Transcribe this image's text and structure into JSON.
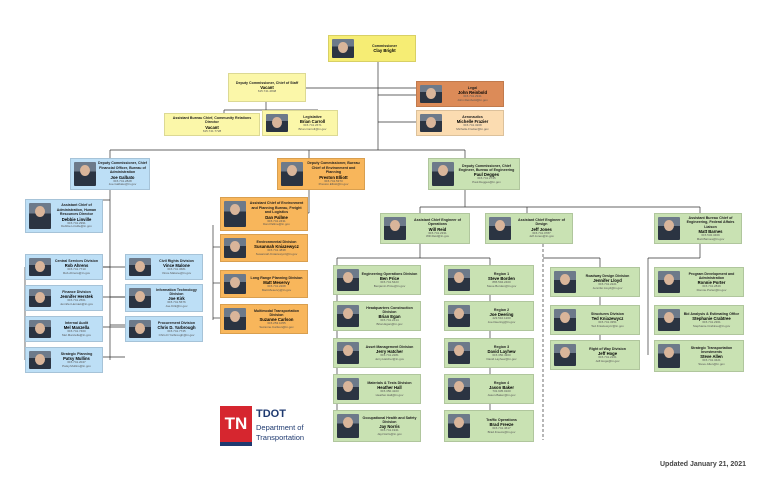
{
  "logo": {
    "mark": "TN",
    "line1": "TDOT",
    "line2": "Department of",
    "line3": "Transportation"
  },
  "updated": "Updated January 21, 2021",
  "nodes": {
    "commissioner": {
      "title": "Commissioner",
      "name": "Clay Bright",
      "phone": "",
      "email": ""
    },
    "chief_of_staff": {
      "title": "Deputy Commissioner, Chief of Staff",
      "name": "Vacant",
      "phone": "615.741.2848",
      "email": ""
    },
    "legal": {
      "title": "Legal",
      "name": "John Reinbold",
      "phone": "615.741.2941",
      "email": "John.Reinbold@tn.gov"
    },
    "aeronautics": {
      "title": "Aeronautics",
      "name": "Michelle Frazier",
      "phone": "615.741.3208",
      "email": "Michelle.Frazier@tn.gov"
    },
    "community_relations": {
      "title": "Assistant Bureau Chief, Community Relations Director",
      "name": "Vacant",
      "phone": "615.741.7728",
      "email": ""
    },
    "legislative": {
      "title": "Legislative",
      "name": "Brian Carroll",
      "phone": "615.741.2671",
      "email": "Brian.Carroll@tn.gov"
    },
    "cfo": {
      "title": "Deputy Commissioner, Chief Financial Officer, Bureau of Administration",
      "name": "Joe Galbato",
      "phone": "615.741.2828",
      "email": "Joe.Galbato@tn.gov"
    },
    "environment": {
      "title": "Deputy Commissioner, Bureau Chief of Environment and Planning",
      "name": "Preston Elliott",
      "phone": "615.741.5373",
      "email": "Preston.Elliott@tn.gov"
    },
    "chief_engineer": {
      "title": "Deputy Commissioner, Chief Engineer, Bureau of Engineering",
      "name": "Paul Degges",
      "phone": "615.741.2745",
      "email": "Paul.Degges@tn.gov"
    },
    "hr": {
      "title": "Assistant Chief of Administration, Human Resources Director",
      "name": "Debbie Linville",
      "phone": "615.741.2991",
      "email": "Debbie.Linville@tn.gov"
    },
    "central_services": {
      "title": "Central Services Division",
      "name": "Rob Ahrens",
      "phone": "615.741.7710",
      "email": "Rob.Ahrens@tn.gov"
    },
    "finance": {
      "title": "Finance Division",
      "name": "Jennifer Herstek",
      "phone": "615.741.2561",
      "email": "Jennifer.Herstek@tn.gov"
    },
    "internal_audit": {
      "title": "Internal Audit",
      "name": "Mel Manzella",
      "phone": "615.741.7460",
      "email": "Mel.Manzella@tn.gov"
    },
    "strategic_planning": {
      "title": "Strategic Planning",
      "name": "Patsy Mullins",
      "phone": "615.741.2047",
      "email": "Patsy.Mullins@tn.gov"
    },
    "civil_rights": {
      "title": "Civil Rights Division",
      "name": "Vince Malone",
      "phone": "615.741.3681",
      "email": "Vince.Malone@tn.gov"
    },
    "it": {
      "title": "Information Technology Division",
      "name": "Joe Kirk",
      "phone": "615.741.5676",
      "email": "Joe.Kirk@tn.gov"
    },
    "procurement": {
      "title": "Procurement Division",
      "name": "Chris D. Yarbrough",
      "phone": "615.741.7745",
      "email": "Chris.D.Yarbrough@tn.gov"
    },
    "env_assistant": {
      "title": "Assistant Chief of Environment and Planning Bureau, Freight and Logistics",
      "name": "Dan Pallme",
      "phone": "615.741.2431",
      "email": "Dan.Pallme@tn.gov"
    },
    "environmental_div": {
      "title": "Environmental Division",
      "name": "Susannah Kniazewycz",
      "phone": "615.741.4838",
      "email": "Susannah.Kniazewycz@tn.gov"
    },
    "long_range": {
      "title": "Long Range Planning Division",
      "name": "Matt Meservy",
      "phone": "615.741.2208",
      "email": "Matt.Meservy@tn.gov"
    },
    "multimodal": {
      "title": "Multimodal Transportation Division",
      "name": "Suzanne Carlson",
      "phone": "615.253.1055",
      "email": "Suzanne.Carlson@tn.gov"
    },
    "operations": {
      "title": "Assistant Chief Engineer of Operations",
      "name": "Will Reid",
      "phone": "615.741.2331",
      "email": "Will.Reid@tn.gov"
    },
    "design": {
      "title": "Assistant Chief Engineer of Design",
      "name": "Jeff Jones",
      "phone": "615.741.0787",
      "email": "Jeff.Jones@tn.gov"
    },
    "federal_affairs": {
      "title": "Assistant Bureau Chief of Engineering, Federal Affairs Liaison",
      "name": "Matt Barnes",
      "phone": "615.532.3469",
      "email": "Matt.Barnes@tn.gov"
    },
    "engineering_ops": {
      "title": "Engineering Operations Division",
      "name": "Ben Price",
      "phone": "615.741.5423",
      "email": "Benjamin.Price@tn.gov"
    },
    "hq_construction": {
      "title": "Headquarters Construction Division",
      "name": "Brian Egan",
      "phone": "615.741.2414",
      "email": "Brian.Egan@tn.gov"
    },
    "asset_mgmt": {
      "title": "Asset Management Division",
      "name": "Jerry Hatcher",
      "phone": "615.741.2281",
      "email": "Jerry.Hatcher@tn.gov"
    },
    "materials": {
      "title": "Materials & Tests Division",
      "name": "Heather Hall",
      "phone": "615.350.4103",
      "email": "Heather.Hall@tn.gov"
    },
    "occupational": {
      "title": "Occupational Health and Safety Division",
      "name": "Jay Norris",
      "phone": "615.741.1941",
      "email": "Jay.Norris@tn.gov"
    },
    "region1": {
      "title": "Region 1",
      "name": "Steve Borden",
      "phone": "865.594.2400",
      "email": "Steve.Borden@tn.gov"
    },
    "region2": {
      "title": "Region 2",
      "name": "Joe Deering",
      "phone": "423.510.1200",
      "email": "Joe.Deering@tn.gov"
    },
    "region3": {
      "title": "Region 3",
      "name": "David Layhew",
      "phone": "615.350.4300",
      "email": "David.Layhew@tn.gov"
    },
    "region4": {
      "title": "Region 4",
      "name": "Jason Baker",
      "phone": "731.935.0100",
      "email": "Jason.Baker@tn.gov"
    },
    "traffic_ops": {
      "title": "Traffic Operations",
      "name": "Brad Freeze",
      "phone": "615.741.4617",
      "email": "Brad.Freeze@tn.gov"
    },
    "roadway_design": {
      "title": "Roadway Design Division",
      "name": "Jennifer Lloyd",
      "phone": "615.741.2221",
      "email": "Jennifer.Lloyd@tn.gov"
    },
    "structures": {
      "title": "Structures Division",
      "name": "Ted Kniazewycz",
      "phone": "615.741.3351",
      "email": "Ted.Kniazewycz@tn.gov"
    },
    "right_of_way": {
      "title": "Right of Way Division",
      "name": "Jeff Hoge",
      "phone": "615.741.2161",
      "email": "Jeff.Hoge@tn.gov"
    },
    "program_dev": {
      "title": "Program Development and Administration",
      "name": "Ronnie Porter",
      "phone": "615.741.2849",
      "email": "Ronnie.Porter@tn.gov"
    },
    "bid_analysis": {
      "title": "Bid Analysis & Estimating Office",
      "name": "Stephanie Crabtree",
      "phone": "615.741.2361",
      "email": "Stephanie.Crabtree@tn.gov"
    },
    "strategic_transport": {
      "title": "Strategic Transportation Investments",
      "name": "Steve Allen",
      "phone": "615.741.3421",
      "email": "Steve.Allen@tn.gov"
    }
  }
}
